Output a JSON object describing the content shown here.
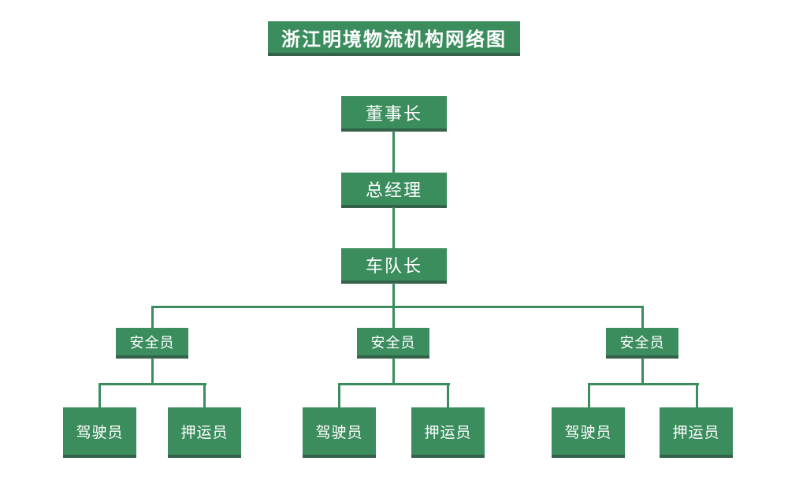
{
  "title": "浙江明境物流机构网络图",
  "hierarchy": {
    "chain": [
      {
        "id": "chairman",
        "label": "董事长"
      },
      {
        "id": "general-manager",
        "label": "总经理"
      },
      {
        "id": "fleet-captain",
        "label": "车队长"
      }
    ],
    "teams": [
      {
        "leader": "安全员",
        "members": [
          "驾驶员",
          "押运员"
        ]
      },
      {
        "leader": "安全员",
        "members": [
          "驾驶员",
          "押运员"
        ]
      },
      {
        "leader": "安全员",
        "members": [
          "驾驶员",
          "押运员"
        ]
      }
    ]
  },
  "colors": {
    "box_green": "#3B8D5E",
    "box_shadow_green": "#336149",
    "line_green": "#3B8D5E",
    "text_white": "#FFFFFF",
    "background": "#FFFFFF"
  }
}
